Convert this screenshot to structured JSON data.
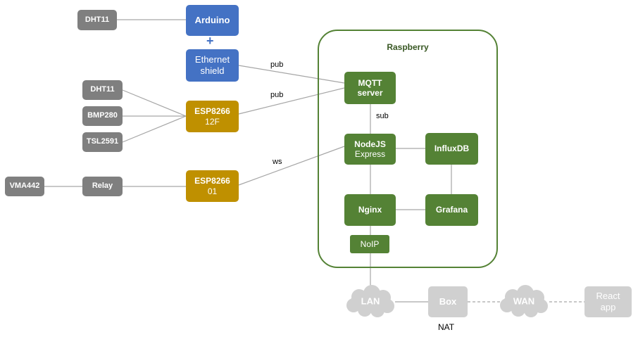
{
  "sensors": {
    "dht11_top": "DHT11",
    "dht11": "DHT11",
    "bmp280": "BMP280",
    "tsl2591": "TSL2591",
    "vma442": "VMA442",
    "relay": "Relay"
  },
  "boards": {
    "arduino": "Arduino",
    "ethernet_shield": "Ethernet shield",
    "esp8266_12f": {
      "name": "ESP8266",
      "sub": "12F"
    },
    "esp8266_01": {
      "name": "ESP8266",
      "sub": "01"
    }
  },
  "raspberry": {
    "title": "Raspberry",
    "mqtt": "MQTT server",
    "nodejs": {
      "name": "NodeJS",
      "sub": "Express"
    },
    "influxdb": "InfluxDB",
    "nginx": "Nginx",
    "grafana": "Grafana",
    "noip": "NoIP"
  },
  "network": {
    "lan": "LAN",
    "box": "Box",
    "nat": "NAT",
    "wan": "WAN",
    "react_app": "React app"
  },
  "edge_labels": {
    "pub_ethernet": "pub",
    "pub_esp": "pub",
    "sub": "sub",
    "ws": "ws"
  },
  "plus": "+",
  "colors": {
    "sensor": "#7f7f7f",
    "arduino": "#4472c4",
    "esp": "#bf9000",
    "raspberry": "#548235",
    "inactive": "#d0d0d0"
  }
}
